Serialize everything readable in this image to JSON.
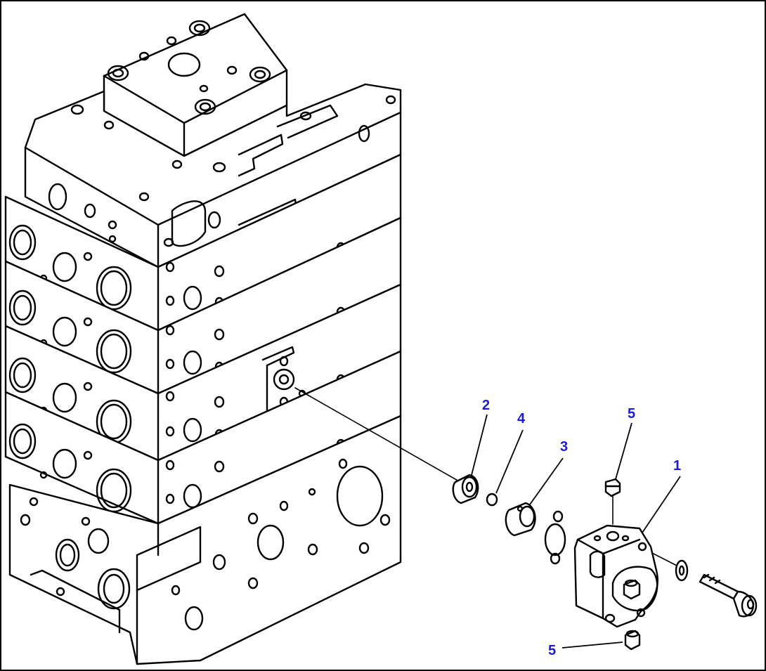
{
  "diagram": {
    "callouts": [
      {
        "id": "c2",
        "label": "2"
      },
      {
        "id": "c4",
        "label": "4"
      },
      {
        "id": "c3",
        "label": "3"
      },
      {
        "id": "c5a",
        "label": "5"
      },
      {
        "id": "c1",
        "label": "1"
      },
      {
        "id": "c5b",
        "label": "5"
      }
    ],
    "callout_color": "#1a1ad8"
  }
}
